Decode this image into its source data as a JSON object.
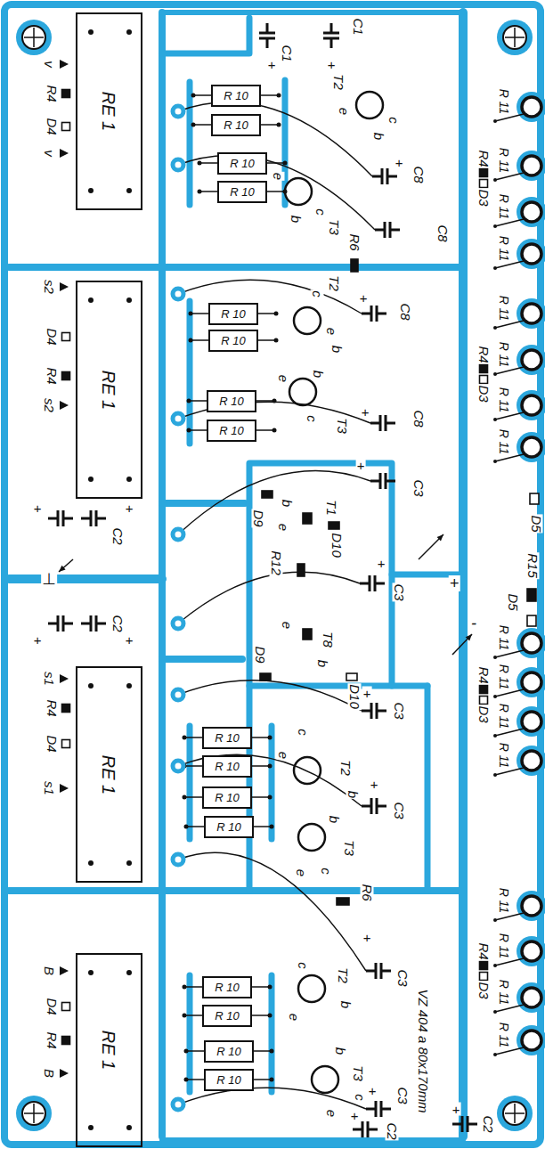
{
  "diagram": {
    "nodes": [
      {
        "text": [
          "RE 1"
        ]
      },
      {
        "text": [
          "R 10"
        ]
      },
      {
        "text": [
          "R 10"
        ]
      },
      {
        "text": [
          "R 10"
        ]
      },
      {
        "text": [
          "R 10"
        ]
      },
      {
        "text": [
          "RE 1"
        ]
      },
      {
        "text": [
          "R 10"
        ]
      },
      {
        "text": [
          "R 10"
        ]
      },
      {
        "text": [
          "R 10"
        ]
      },
      {
        "text": [
          "R 10"
        ]
      },
      {
        "text": [
          "RE 1"
        ]
      },
      {
        "text": [
          "R 10"
        ]
      },
      {
        "text": [
          "R 10"
        ]
      },
      {
        "text": [
          "R 10"
        ]
      },
      {
        "text": [
          "R 10"
        ]
      },
      {
        "text": [
          "RE 1"
        ]
      },
      {
        "text": [
          "R 10"
        ]
      },
      {
        "text": [
          "R 10"
        ]
      },
      {
        "text": [
          "R 10"
        ]
      },
      {
        "text": [
          "R 10"
        ]
      }
    ],
    "labels": [
      "R 11",
      "R 11",
      "R 11",
      "R 11",
      "R 11",
      "R 11",
      "R 11",
      "R 11",
      "R 11",
      "R 11",
      "R 11",
      "R 11",
      "R 11",
      "R 11",
      "R 11",
      "R 11",
      "R4",
      "D3",
      "R4",
      "D3",
      "R4",
      "D3",
      "R4",
      "D3",
      "D5",
      "R15",
      "D5",
      "+",
      "-",
      "C1",
      "C1",
      "+",
      "+",
      "T2",
      "e",
      "c",
      "b",
      "+",
      "C8",
      "T3",
      "e",
      "b",
      "c",
      "C8",
      "R6",
      "+",
      "C8",
      "T2",
      "c",
      "e",
      "b",
      "T3",
      "b",
      "e",
      "c",
      "+",
      "C8",
      "+",
      "C3",
      "D9",
      "T1",
      "b",
      "e",
      "D10",
      "+",
      "R12",
      "C3",
      "T8",
      "e",
      "b",
      "D9",
      "D10",
      "⊥",
      "C2",
      "+",
      "+",
      "C2",
      "+",
      "+",
      "+",
      "C3",
      "c",
      "T2",
      "b",
      "e",
      "+",
      "C3",
      "T3",
      "b",
      "e",
      "c",
      "R6",
      "+",
      "C3",
      "c",
      "T2",
      "e",
      "b",
      "b",
      "T3",
      "c",
      "e",
      "+",
      "C3",
      "VZ 404 a 80x170mm",
      "C2",
      "+",
      "C2",
      "+",
      "v",
      "R4",
      "D4",
      "v",
      "s2",
      "D4",
      "R4",
      "s2",
      "s1",
      "R4",
      "D4",
      "s1",
      "B",
      "D4",
      "R4",
      "B"
    ]
  }
}
